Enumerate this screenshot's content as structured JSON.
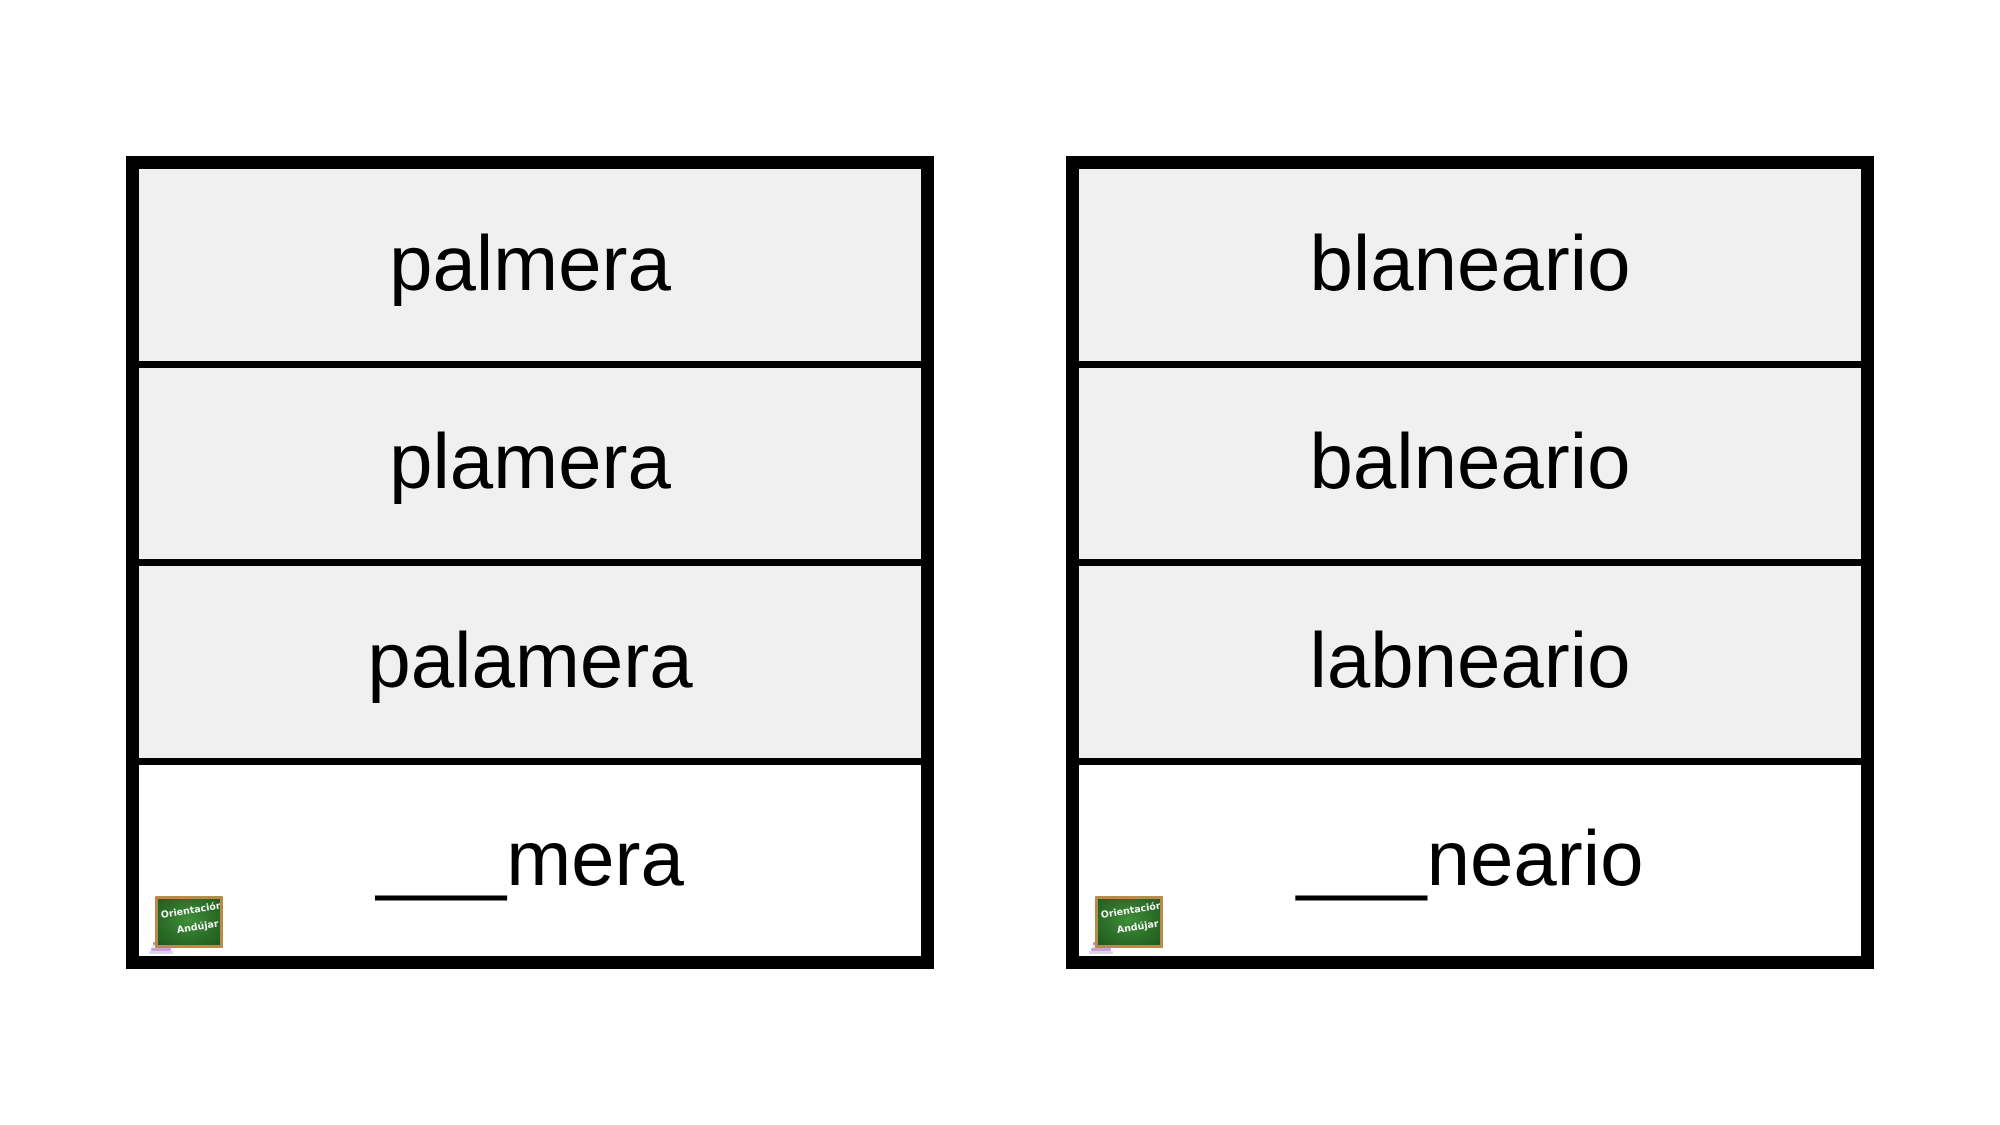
{
  "cards": [
    {
      "id": "palmera",
      "options": [
        "palmera",
        "plamera",
        "palamera"
      ],
      "answer_prompt": "___mera",
      "logo": {
        "line1": "Orientación",
        "line2": "Andújar"
      }
    },
    {
      "id": "balneario",
      "options": [
        "blaneario",
        "balneario",
        "labneario"
      ],
      "answer_prompt": "___neario",
      "logo": {
        "line1": "Orientación",
        "line2": "Andújar"
      }
    }
  ],
  "colors": {
    "option_background": "#f0f0f0",
    "answer_background": "#ffffff",
    "border": "#000000",
    "logo_board": "#2d7029",
    "logo_frame": "#b98a4a"
  }
}
